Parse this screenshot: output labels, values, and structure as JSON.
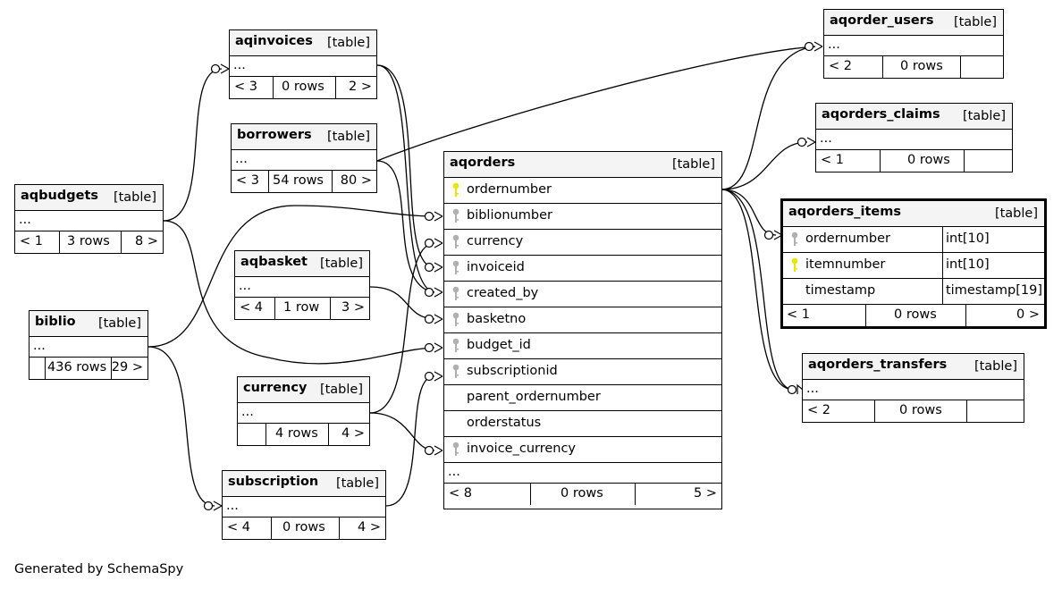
{
  "tables": {
    "aqinvoices": {
      "name": "aqinvoices",
      "type": "[table]",
      "ellipsis": "...",
      "parents": "< 3",
      "rows": "0 rows",
      "children": "2 >"
    },
    "borrowers": {
      "name": "borrowers",
      "type": "[table]",
      "ellipsis": "...",
      "parents": "< 3",
      "rows": "54 rows",
      "children": "80 >"
    },
    "aqbudgets": {
      "name": "aqbudgets",
      "type": "[table]",
      "ellipsis": "...",
      "parents": "< 1",
      "rows": "3 rows",
      "children": "8 >"
    },
    "aqbasket": {
      "name": "aqbasket",
      "type": "[table]",
      "ellipsis": "...",
      "parents": "< 4",
      "rows": "1 row",
      "children": "3 >"
    },
    "biblio": {
      "name": "biblio",
      "type": "[table]",
      "ellipsis": "...",
      "parents": "",
      "rows": "436 rows",
      "children": "29 >"
    },
    "currency": {
      "name": "currency",
      "type": "[table]",
      "ellipsis": "...",
      "parents": "",
      "rows": "4 rows",
      "children": "4 >"
    },
    "subscription": {
      "name": "subscription",
      "type": "[table]",
      "ellipsis": "...",
      "parents": "< 4",
      "rows": "0 rows",
      "children": "4 >"
    },
    "aqorder_users": {
      "name": "aqorder_users",
      "type": "[table]",
      "ellipsis": "...",
      "parents": "< 2",
      "rows": "0 rows",
      "children": ""
    },
    "aqorders_claims": {
      "name": "aqorders_claims",
      "type": "[table]",
      "ellipsis": "...",
      "parents": "< 1",
      "rows": "0 rows",
      "children": ""
    },
    "aqorders_transfers": {
      "name": "aqorders_transfers",
      "type": "[table]",
      "ellipsis": "...",
      "parents": "< 2",
      "rows": "0 rows",
      "children": ""
    }
  },
  "aqorders": {
    "name": "aqorders",
    "type": "[table]",
    "columns": [
      {
        "name": "ordernumber",
        "key": "primary"
      },
      {
        "name": "biblionumber",
        "key": "foreign"
      },
      {
        "name": "currency",
        "key": "foreign"
      },
      {
        "name": "invoiceid",
        "key": "foreign"
      },
      {
        "name": "created_by",
        "key": "foreign"
      },
      {
        "name": "basketno",
        "key": "foreign"
      },
      {
        "name": "budget_id",
        "key": "foreign"
      },
      {
        "name": "subscriptionid",
        "key": "foreign"
      },
      {
        "name": "parent_ordernumber",
        "key": ""
      },
      {
        "name": "orderstatus",
        "key": ""
      },
      {
        "name": "invoice_currency",
        "key": "foreign"
      }
    ],
    "ellipsis": "...",
    "parents": "< 8",
    "rows": "0 rows",
    "children": "5 >"
  },
  "aqorders_items": {
    "name": "aqorders_items",
    "type": "[table]",
    "columns": [
      {
        "name": "ordernumber",
        "datatype": "int[10]",
        "key": "foreign"
      },
      {
        "name": "itemnumber",
        "datatype": "int[10]",
        "key": "primary"
      },
      {
        "name": "timestamp",
        "datatype": "timestamp[19]",
        "key": ""
      }
    ],
    "parents": "< 1",
    "rows": "0 rows",
    "children": "0 >"
  },
  "footer": "Generated by SchemaSpy",
  "colors": {
    "primary_key": "#e6e600",
    "foreign_key": "#b0b0b0",
    "header_bg": "#f4f4f4",
    "line": "#000000"
  }
}
